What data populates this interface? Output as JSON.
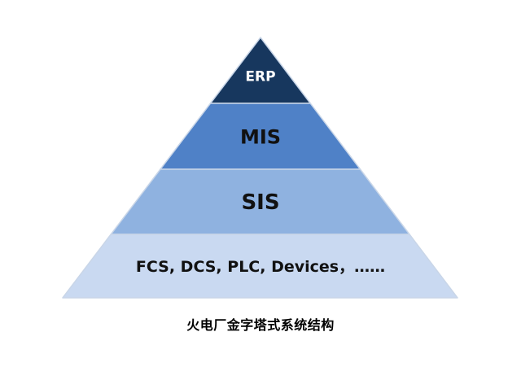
{
  "pyramid": {
    "tiers": [
      {
        "label": "ERP",
        "fill": "#17375e",
        "text_color": "#ffffff"
      },
      {
        "label": "MIS",
        "fill": "#4f81c7",
        "text_color": "#111111"
      },
      {
        "label": "SIS",
        "fill": "#8fb2e0",
        "text_color": "#111111"
      },
      {
        "label": "FCS, DCS, PLC, Devices，……",
        "fill": "#c9d9f1",
        "text_color": "#111111"
      }
    ]
  },
  "caption": "火电厂金字塔式系统结构"
}
